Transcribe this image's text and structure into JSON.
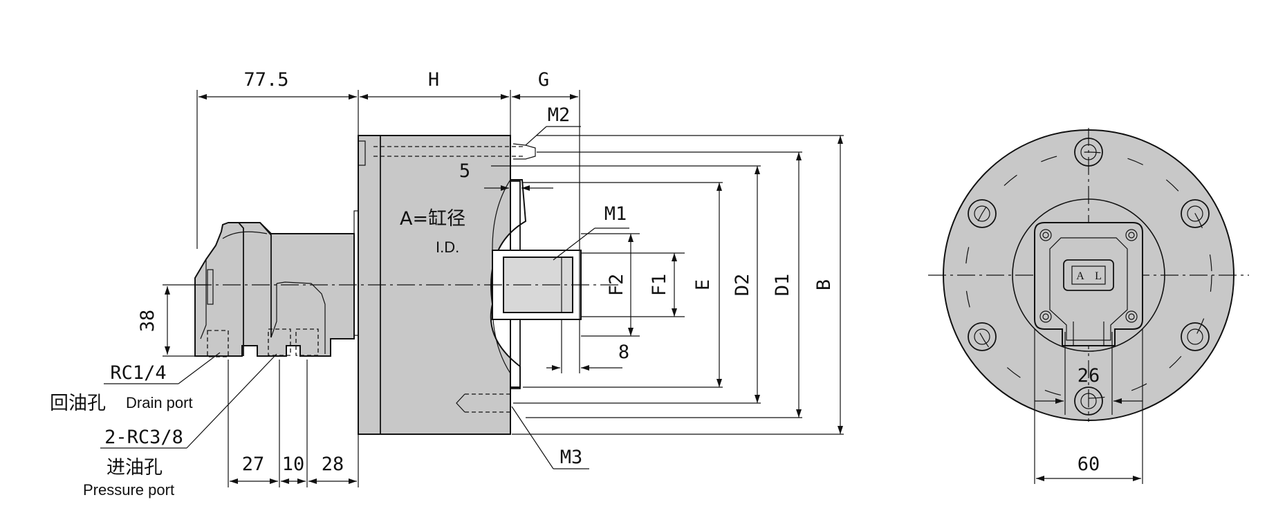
{
  "dimensions": {
    "d_77_5": "77.5",
    "d_H": "H",
    "d_G": "G",
    "d_M2": "M2",
    "d_5": "5",
    "d_M1": "M1",
    "d_F2": "F2",
    "d_F1": "F1",
    "d_E": "E",
    "d_D2": "D2",
    "d_D1": "D1",
    "d_B": "B",
    "d_38": "38",
    "d_8": "8",
    "d_M3": "M3",
    "d_27": "27",
    "d_10": "10",
    "d_28": "28",
    "d_26": "26",
    "d_60": "60"
  },
  "labels": {
    "bore_cn": "A=缸径",
    "bore_en": "I.D.",
    "drain_code": "RC1/4",
    "drain_cn": "回油孔",
    "drain_en": "Drain port",
    "pressure_code": "2-RC3/8",
    "pressure_cn": "进油孔",
    "pressure_en": "Pressure port",
    "plate_a": "A",
    "plate_l": "L"
  },
  "colors": {
    "body_fill": "#c8c8c8",
    "line": "#111111",
    "background": "#ffffff"
  }
}
